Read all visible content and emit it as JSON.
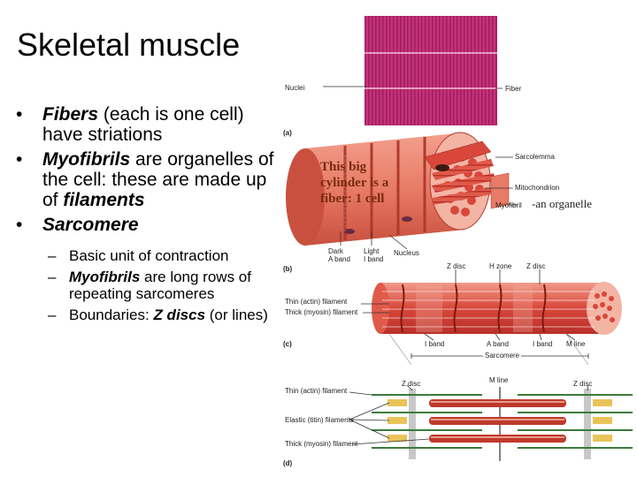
{
  "slide": {
    "title": "Skeletal muscle",
    "bullets": [
      {
        "prefix": "",
        "em": "Fibers",
        "rest": " (each is one cell) have striations"
      },
      {
        "prefix": "",
        "em": "Myofibrils",
        "rest": " are organelles of the cell: these are made up of ",
        "em2": "filaments"
      },
      {
        "prefix": "",
        "em": "Sarcomere",
        "rest": ""
      }
    ],
    "subbullets": [
      {
        "text": "Basic unit of contraction"
      },
      {
        "em": "Myofibrils",
        "rest": " are long rows of repeating sarcomeres"
      },
      {
        "pre": "Boundaries: ",
        "em": "Z discs",
        "rest": " (or lines)"
      }
    ],
    "bullet_char": "•",
    "dash_char": "–"
  },
  "figure": {
    "labels": {
      "nuclei": "Nuclei",
      "fiber": "Fiber",
      "a": "(a)",
      "sarcolemma": "Sarcolemma",
      "mitochondrion": "Mitochondrion",
      "myofibril": "Myofibril",
      "dark_a_band": "Dark\nA band",
      "light_i_band": "Light\nI band",
      "nucleus": "Nucleus",
      "b": "(b)",
      "z_disc_left": "Z disc",
      "h_zone": "H zone",
      "z_disc_right": "Z disc",
      "thin_filament": "Thin (actin) filament",
      "thick_filament": "Thick (myosin) filament",
      "c": "(c)",
      "i_band_left": "I band",
      "a_band": "A band",
      "i_band_right": "I band",
      "m_line": "M line",
      "sarcomere": "Sarcomere",
      "z_disc_d_left": "Z disc",
      "m_line_d": "M line",
      "z_disc_d_right": "Z disc",
      "thin_filament_d": "Thin (actin) filament",
      "elastic_filaments": "Elastic (titin) filaments",
      "thick_filament_d": "Thick (myosin) filament",
      "d": "(d)"
    },
    "annotations": {
      "cylinder_line1": "This big",
      "cylinder_line2": "cylinder is a",
      "cylinder_line3": "fiber: 1 cell",
      "organelle": "-an organelle"
    }
  },
  "colors": {
    "muscle_pink": "#c02a6f",
    "muscle_red": "#d8473a",
    "muscle_light": "#f08a7a",
    "annotation_brown": "#7a2a10"
  }
}
